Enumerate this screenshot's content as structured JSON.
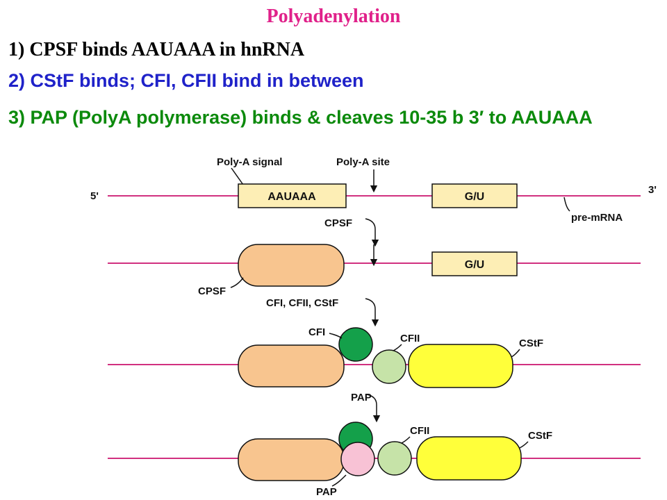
{
  "title": "Polyadenylation",
  "steps": {
    "s1": "1) CPSF  binds AAUAAA in hnRNA",
    "s2": "2) CStF binds;  CFI, CFII bind in between",
    "s3": "3) PAP (PolyA polymerase) binds & cleaves 10-35 b 3′ to AAUAAA"
  },
  "diagram": {
    "row1": {
      "poly_a_signal": "Poly-A signal",
      "poly_a_site": "Poly-A site",
      "five_prime": "5'",
      "three_prime": "3'",
      "aauaaa": "AAUAAA",
      "gu": "G/U",
      "pre_mrna": "pre-mRNA"
    },
    "arrow1_label": "CPSF",
    "row2": {
      "cpsf": "CPSF",
      "gu": "G/U"
    },
    "arrow2_label": "CFI, CFII, CStF",
    "row3": {
      "cfi": "CFI",
      "cfii": "CFII",
      "cstf": "CStF"
    },
    "arrow3_label": "PAP",
    "row4": {
      "cfii": "CFII",
      "cstf": "CStF",
      "pap": "PAP"
    }
  },
  "colors": {
    "title": "#e0218a",
    "step1": "#000000",
    "step2": "#1f22c9",
    "step3": "#0c8a0c",
    "rna_line": "#d1307f",
    "box_fill": "#fdeeb5",
    "cpsf_fill": "#f8c58f",
    "cfi_fill": "#14a04a",
    "cfii_fill": "#c6e3a8",
    "cstf_fill": "#ffff3a",
    "pap_fill": "#f8c2d5"
  }
}
